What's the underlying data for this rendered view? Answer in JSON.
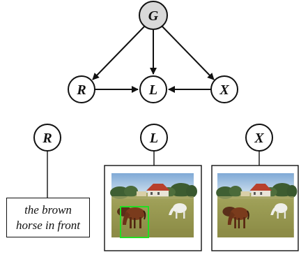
{
  "nodes": {
    "G": "G",
    "R": "R",
    "L": "L",
    "X": "X"
  },
  "modalities": {
    "R": "R",
    "L": "L",
    "X": "X"
  },
  "referring_expression": {
    "line1": "the brown",
    "line2": "horse in front"
  },
  "colors": {
    "node_G_fill": "#d9d9d9",
    "node_fill": "#ffffff",
    "stroke": "#111111",
    "bbox": "#22dd22"
  },
  "images": [
    {
      "name": "image-with-box",
      "depicts": "field with brown horse in front, white horse behind, red roofed house and trees in background",
      "has_bounding_box": true
    },
    {
      "name": "image-plain",
      "depicts": "field with brown horse in front, white horse behind, red roofed house and trees in background",
      "has_bounding_box": false
    }
  ]
}
